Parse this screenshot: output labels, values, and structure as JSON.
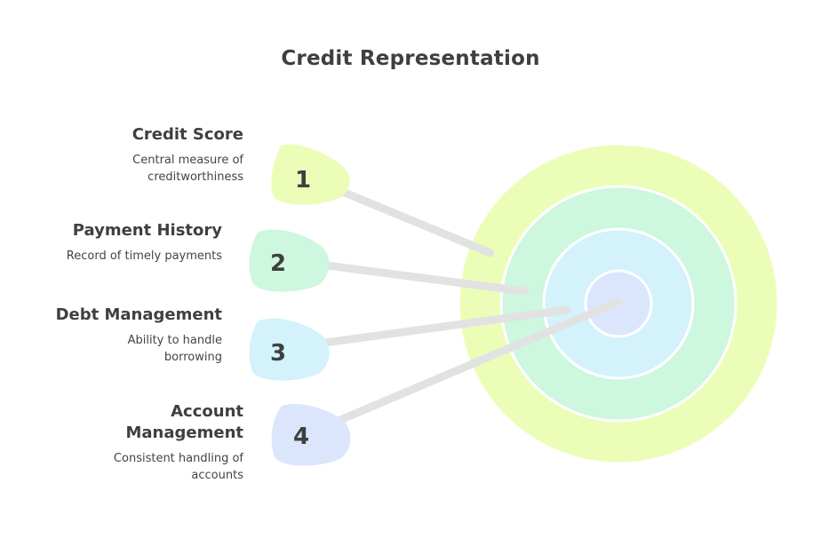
{
  "title": "Credit Representation",
  "items": [
    {
      "number": "1",
      "title": "Credit Score",
      "description": "Central measure of creditworthiness",
      "color": "#ecfdb8"
    },
    {
      "number": "2",
      "title": "Payment History",
      "description": "Record of timely payments",
      "color": "#cdf7df"
    },
    {
      "number": "3",
      "title": "Debt Management",
      "description": "Ability to handle borrowing",
      "color": "#d3f2fc"
    },
    {
      "number": "4",
      "title": "Account Management",
      "description": "Consistent handling of accounts",
      "color": "#dbe6fd"
    }
  ],
  "rings": {
    "outer": "#ecfdb8",
    "second": "#cdf7df",
    "third": "#d3f2fc",
    "center": "#dbe6fd"
  }
}
